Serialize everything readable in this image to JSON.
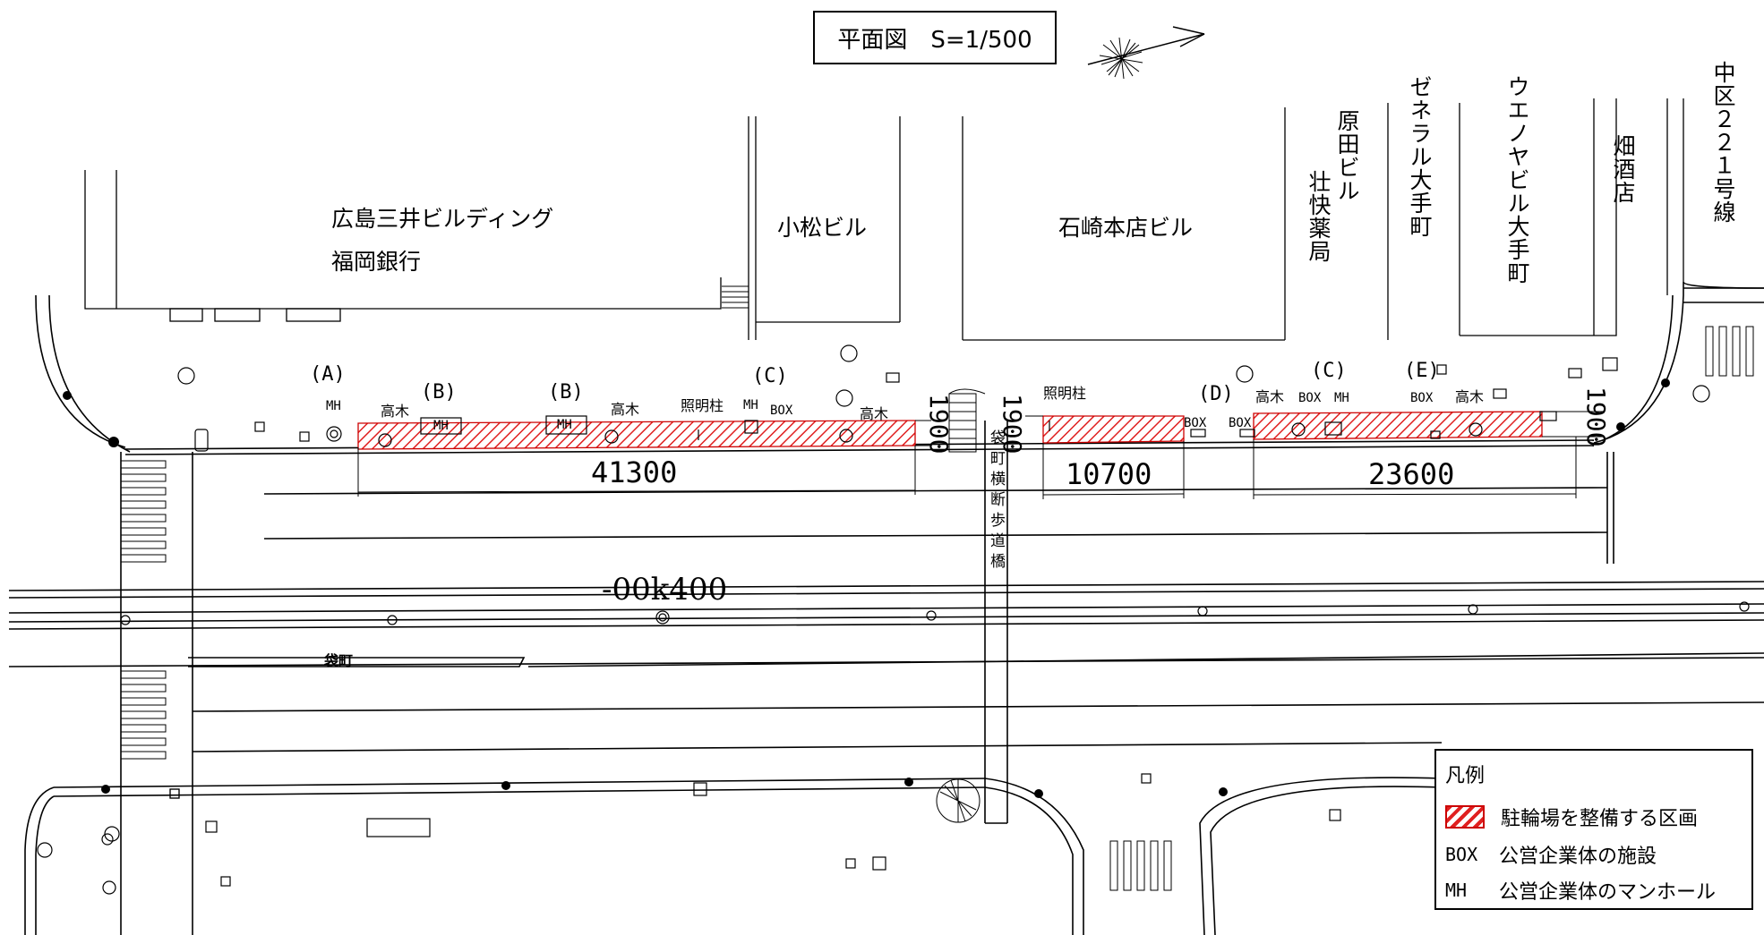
{
  "title": "平面図　S=1/500",
  "buildings": {
    "mitsui": "広島三井ビルディング",
    "fukuoka": "福岡銀行",
    "komatsu": "小松ビル",
    "ishizaki": "石崎本店ビル",
    "harada": "原田ビル",
    "sokai": "壮快薬局",
    "zeneral": "ゼネラル大手町",
    "uenoya": "ウエノヤビル大手町",
    "hata": "畑酒店",
    "route": "中区２２１号線"
  },
  "markers": {
    "A": "(A)",
    "B1": "(B)",
    "B2": "(B)",
    "C1": "(C)",
    "C2": "(C)",
    "D": "(D)",
    "E": "(E)"
  },
  "features": {
    "mh": "MH",
    "box": "BOX",
    "tree": "高木",
    "light": "照明柱",
    "bridge": "袋町横断歩道橋",
    "street": "袋町"
  },
  "dimensions": {
    "d1": "41300",
    "d2": "10700",
    "d3": "23600",
    "w1": "1900",
    "w2": "1900",
    "w3": "1900"
  },
  "chainage": "-00k400",
  "legend": {
    "title": "凡例",
    "hatch_label": "駐輪場を整備する区画",
    "box_code": "BOX",
    "box_label": "公営企業体の施設",
    "mh_code": "MH",
    "mh_label": "公営企業体のマンホール"
  },
  "colors": {
    "hatch": "#e02020",
    "line": "#000000"
  }
}
